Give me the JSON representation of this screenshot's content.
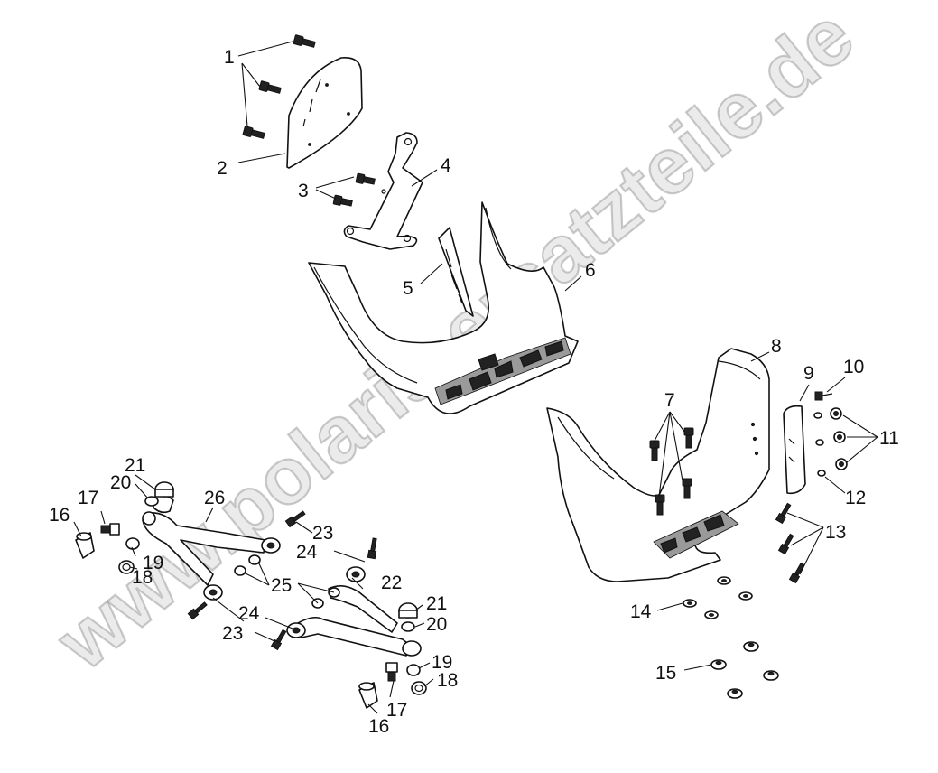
{
  "watermark": "www.polaris-ersatzteile.de",
  "callouts": {
    "c1": "1",
    "c2": "2",
    "c3": "3",
    "c4": "4",
    "c5": "5",
    "c6": "6",
    "c7": "7",
    "c8": "8",
    "c9": "9",
    "c10": "10",
    "c11": "11",
    "c12": "12",
    "c13": "13",
    "c14": "14",
    "c15": "15",
    "c16a": "16",
    "c16b": "16",
    "c17a": "17",
    "c17b": "17",
    "c18a": "18",
    "c18b": "18",
    "c19a": "19",
    "c19b": "19",
    "c20a": "20",
    "c20b": "20",
    "c21a": "21",
    "c21b": "21",
    "c22": "22",
    "c23a": "23",
    "c23b": "23",
    "c24a": "24",
    "c24b": "24",
    "c25": "25",
    "c26": "26"
  }
}
